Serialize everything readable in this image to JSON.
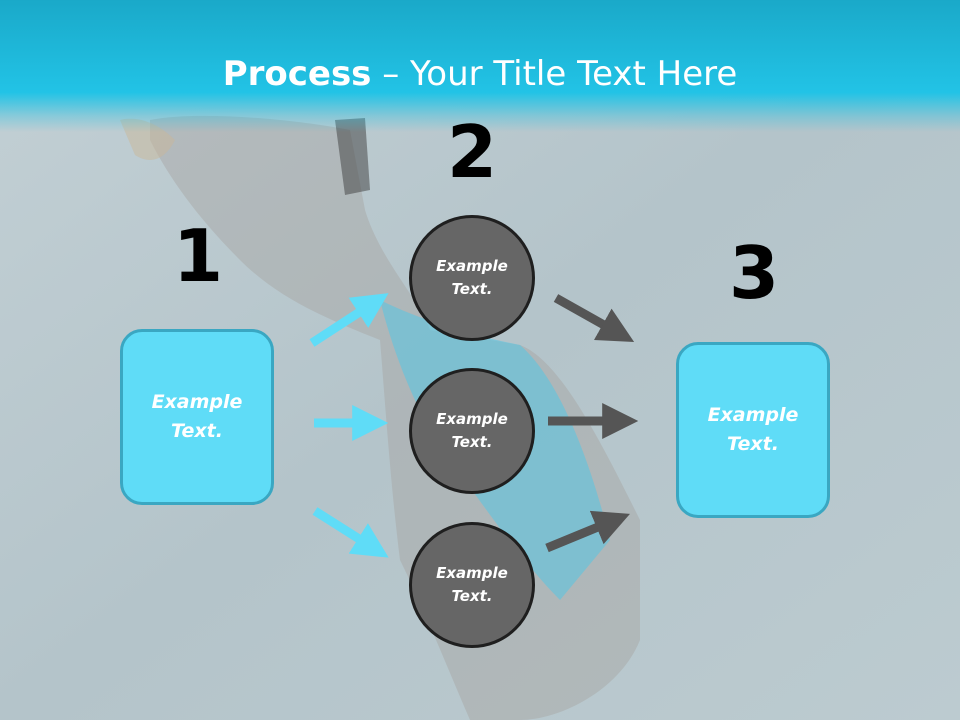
{
  "title": {
    "bold": "Process",
    "rest": " – Your Title Text Here"
  },
  "steps": [
    {
      "number": "1",
      "text": "Example Text."
    },
    {
      "number": "2",
      "texts": [
        "Example Text.",
        "Example Text.",
        "Example Text."
      ]
    },
    {
      "number": "3",
      "text": "Example Text."
    }
  ],
  "colors": {
    "header": "#22c3e6",
    "box_fill": "#5fdcf7",
    "circle_fill": "#666666",
    "arrow_blue": "#5fdcf7",
    "arrow_gray": "#555555"
  }
}
